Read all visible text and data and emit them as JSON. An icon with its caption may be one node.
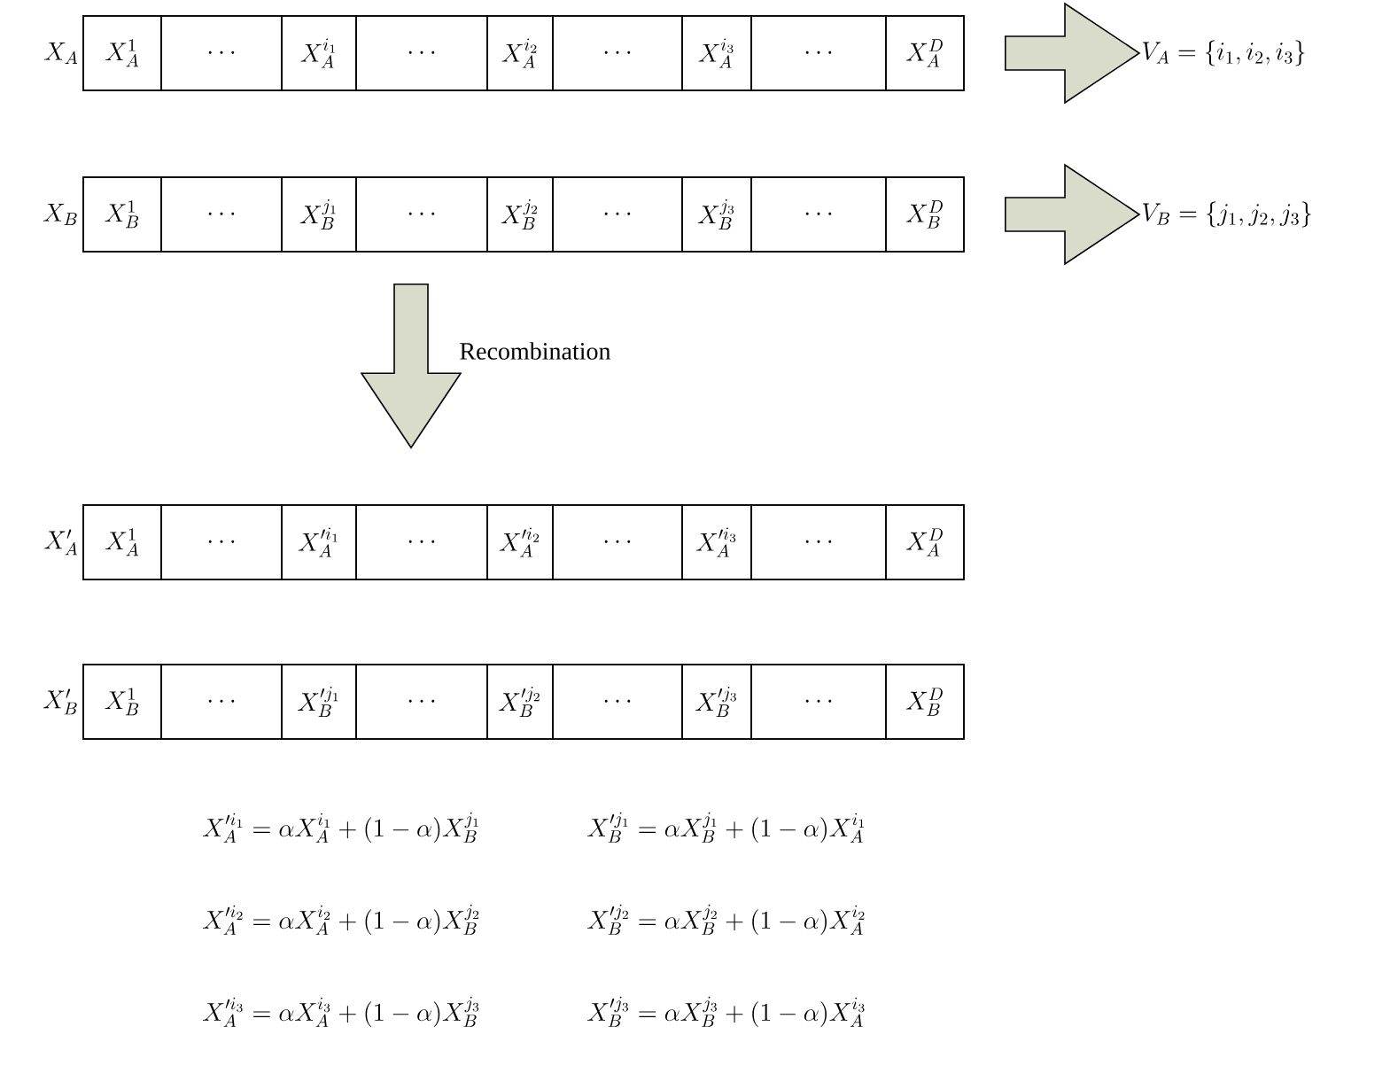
{
  "diagram": {
    "nodes": [
      {
        "text": [
          "X_A"
        ]
      },
      {
        "text": [
          "X_A^1"
        ],
        "in": 0
      },
      {
        "text": [
          "\\cdots"
        ],
        "in": 0
      },
      {
        "text": [
          "X_A^{i_1}"
        ],
        "in": 0
      },
      {
        "text": [
          "\\cdots"
        ],
        "in": 0
      },
      {
        "text": [
          "X_A^{i_2}"
        ],
        "in": 0
      },
      {
        "text": [
          "\\cdots"
        ],
        "in": 0
      },
      {
        "text": [
          "X_A^{i_3}"
        ],
        "in": 0
      },
      {
        "text": [
          "\\cdots"
        ],
        "in": 0
      },
      {
        "text": [
          "X_A^D"
        ],
        "in": 0
      },
      {
        "text": [
          "V_A = \\{i_1, i_2, i_3\\}"
        ]
      },
      {
        "text": [
          "X_B"
        ]
      },
      {
        "text": [
          "X_B^1"
        ],
        "in": 11
      },
      {
        "text": [
          "\\cdots"
        ],
        "in": 11
      },
      {
        "text": [
          "X_B^{j_1}"
        ],
        "in": 11
      },
      {
        "text": [
          "\\cdots"
        ],
        "in": 11
      },
      {
        "text": [
          "X_B^{j_2}"
        ],
        "in": 11
      },
      {
        "text": [
          "\\cdots"
        ],
        "in": 11
      },
      {
        "text": [
          "X_B^{j_3}"
        ],
        "in": 11
      },
      {
        "text": [
          "\\cdots"
        ],
        "in": 11
      },
      {
        "text": [
          "X_B^D"
        ],
        "in": 11
      },
      {
        "text": [
          "V_B = \\{j_1, j_2, j_3\\}"
        ]
      },
      {
        "text": [
          "X'_A"
        ]
      },
      {
        "text": [
          "X_A^1"
        ],
        "in": 22
      },
      {
        "text": [
          "\\cdots"
        ],
        "in": 22
      },
      {
        "text": [
          "X_A^{\\prime i_1}"
        ],
        "in": 22
      },
      {
        "text": [
          "\\cdots"
        ],
        "in": 22
      },
      {
        "text": [
          "X_A^{\\prime i_2}"
        ],
        "in": 22
      },
      {
        "text": [
          "\\cdots"
        ],
        "in": 22
      },
      {
        "text": [
          "X_A^{\\prime i_3}"
        ],
        "in": 22
      },
      {
        "text": [
          "\\cdots"
        ],
        "in": 22
      },
      {
        "text": [
          "X_A^D"
        ],
        "in": 22
      },
      {
        "text": [
          "X'_B"
        ]
      },
      {
        "text": [
          "X_B^1"
        ],
        "in": 32
      },
      {
        "text": [
          "\\cdots"
        ],
        "in": 32
      },
      {
        "text": [
          "X_B^{\\prime j_1}"
        ],
        "in": 32
      },
      {
        "text": [
          "\\cdots"
        ],
        "in": 32
      },
      {
        "text": [
          "X_B^{\\prime j_2}"
        ],
        "in": 32
      },
      {
        "text": [
          "\\cdots"
        ],
        "in": 32
      },
      {
        "text": [
          "X_B^{\\prime j_3}"
        ],
        "in": 32
      },
      {
        "text": [
          "\\cdots"
        ],
        "in": 32
      },
      {
        "text": [
          "X_B^D"
        ],
        "in": 32
      }
    ],
    "edges": [
      {
        "from": 0,
        "to": 10,
        "arrow": "to"
      },
      {
        "from": 11,
        "to": 21,
        "arrow": "to"
      },
      {
        "from": 11,
        "to": 22,
        "arrow": "to",
        "label": "Recombination"
      }
    ],
    "labels": [
      "X_A^{\\prime i_1} = \\alpha X_A^{i_1} + (1-\\alpha) X_B^{j_1}",
      "X_B^{\\prime j_1} = \\alpha X_B^{j_1} + (1-\\alpha) X_A^{i_1}",
      "X_A^{\\prime i_2} = \\alpha X_A^{i_2} + (1-\\alpha) X_B^{j_2}",
      "X_B^{\\prime j_2} = \\alpha X_B^{j_2} + (1-\\alpha) X_A^{i_2}",
      "X_A^{\\prime i_3} = \\alpha X_A^{i_3} + (1-\\alpha) X_B^{j_3}",
      "X_B^{\\prime j_3} = \\alpha X_B^{j_3} + (1-\\alpha) X_A^{i_3}"
    ]
  }
}
